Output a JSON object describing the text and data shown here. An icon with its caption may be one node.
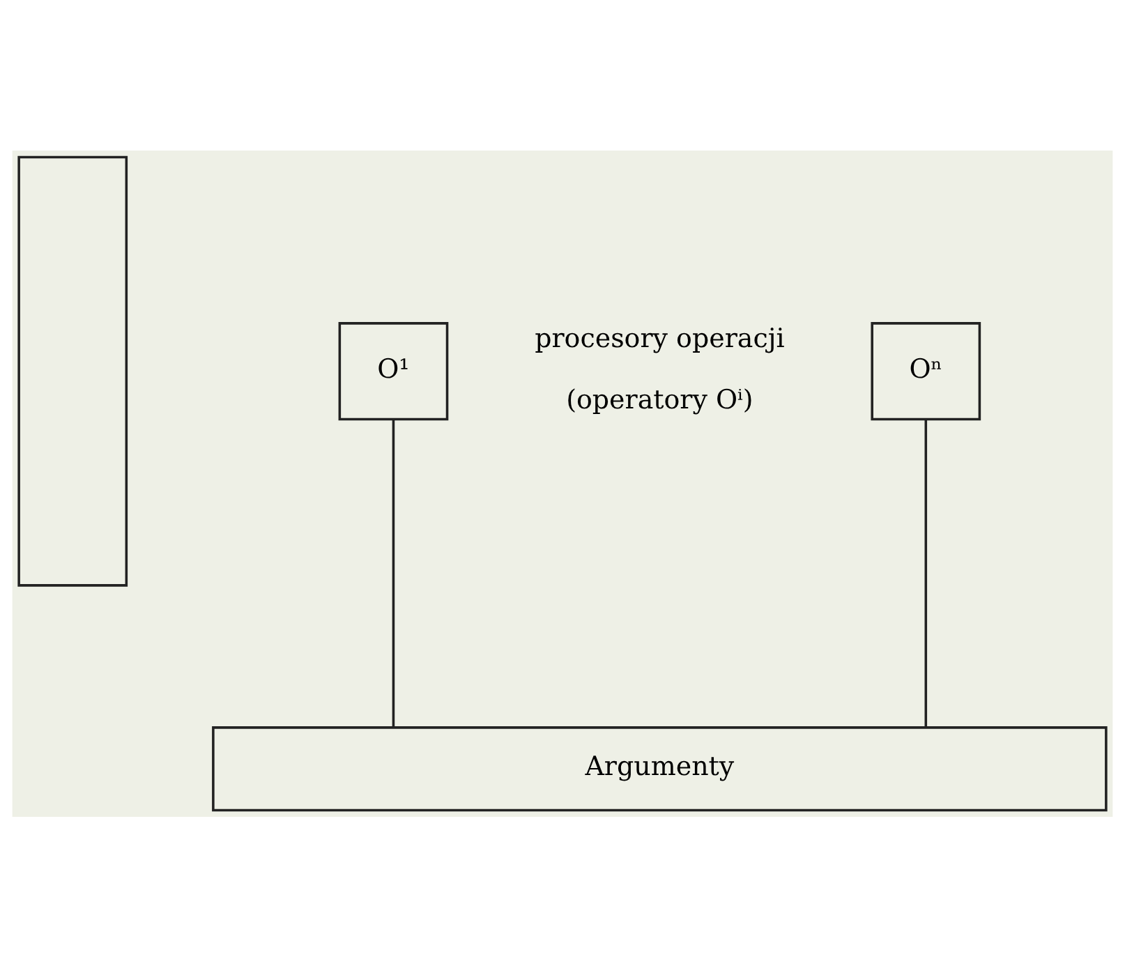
{
  "diagram": {
    "nodes": [
      {
        "text": [],
        "shape": "box"
      },
      {
        "text": [
          "O¹"
        ]
      },
      {
        "text": [
          "Oⁿ"
        ]
      },
      {
        "text": [
          "Argumenty"
        ]
      }
    ],
    "edges": [
      {
        "from": 1,
        "to": 3,
        "arrow": "none"
      },
      {
        "from": 2,
        "to": 3,
        "arrow": "none"
      }
    ],
    "labels": [
      "procesory operacji",
      "(operatory Oⁱ)"
    ]
  }
}
